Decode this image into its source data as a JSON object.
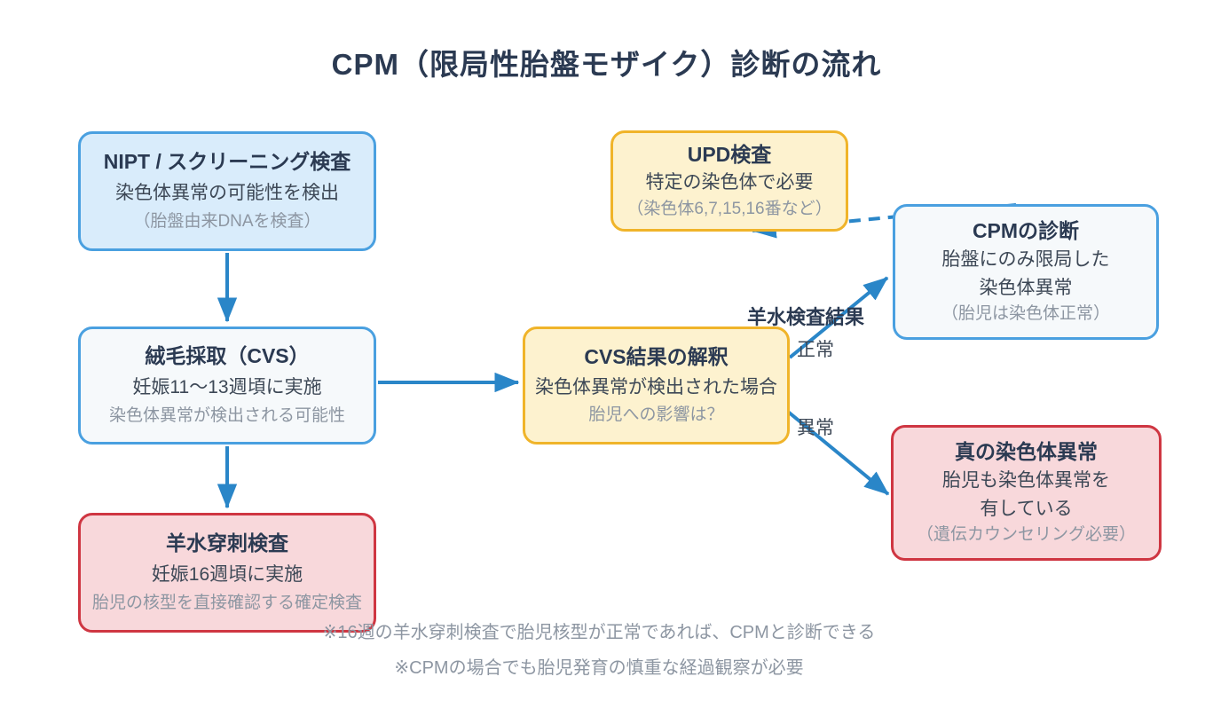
{
  "title": "CPM（限局性胎盤モザイク）診断の流れ",
  "boxes": {
    "nipt": {
      "title": "NIPT / スクリーニング検査",
      "lines": [
        "染色体異常の可能性を検出",
        "（胎盤由来DNAを検査）"
      ]
    },
    "cvs": {
      "title": "絨毛採取（CVS）",
      "lines": [
        "妊娠11〜13週頃に実施",
        "染色体異常が検出される可能性"
      ]
    },
    "amnio": {
      "title": "羊水穿刺検査",
      "lines": [
        "妊娠16週頃に実施",
        "胎児の核型を直接確認する確定検査"
      ]
    },
    "upd": {
      "title": "UPD検査",
      "lines": [
        "特定の染色体で必要",
        "（染色体6,7,15,16番など）"
      ]
    },
    "interpretation": {
      "title": "CVS結果の解釈",
      "lines": [
        "染色体異常が検出された場合",
        "胎児への影響は？"
      ]
    },
    "cpm": {
      "title": "CPMの診断",
      "lines": [
        "胎盤にのみ限局した",
        "染色体異常",
        "（胎児は染色体正常）"
      ]
    },
    "true_abnormality": {
      "title": "真の染色体異常",
      "lines": [
        "胎児も染色体異常を",
        "有している",
        "（遺伝カウンセリング必要）"
      ]
    }
  },
  "edge_labels": {
    "amnio_result": "羊水検査結果",
    "normal": "正常",
    "abnormal": "異常"
  },
  "notes": [
    "※16週の羊水穿刺検査で胎児核型が正常であれば、CPMと診断できる",
    "※CPMの場合でも胎児発育の慎重な経過観察が必要"
  ],
  "colors": {
    "title_text": "#2b3a52",
    "body_text": "#3d4856",
    "muted_text": "#8d96a2",
    "arrow_blue": "#2a86c8",
    "blue_border": "#4aa0e0",
    "blue_light_fill": "#d9ecfb",
    "white_fill": "#f6f9fb",
    "yellow_border": "#f0b42a",
    "yellow_fill": "#fdf2cf",
    "red_border": "#cf3642",
    "pink_fill": "#f8d8db"
  }
}
